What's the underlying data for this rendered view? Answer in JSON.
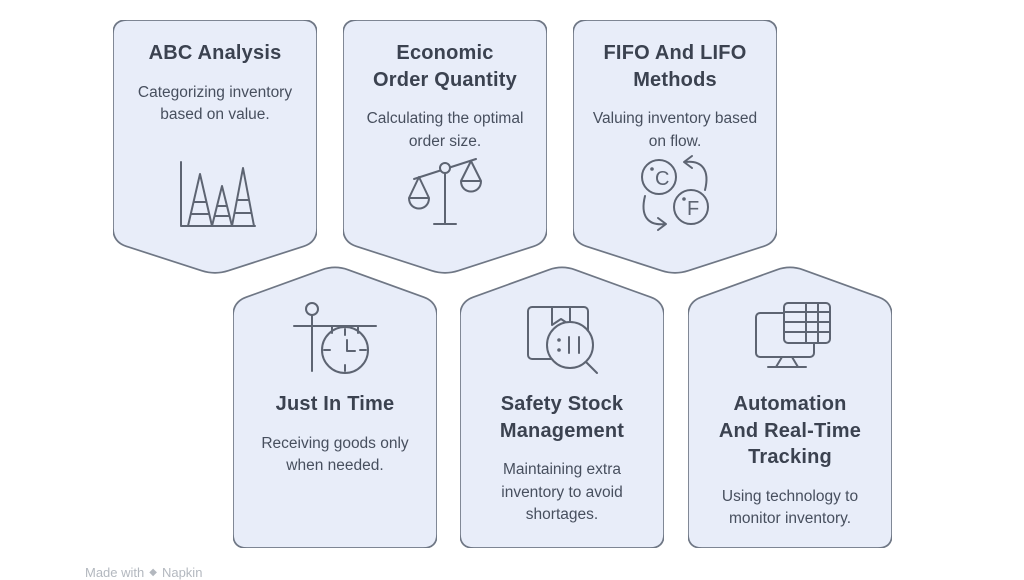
{
  "colors": {
    "card_fill": "#e8edf9",
    "card_border": "#6f7785",
    "title_text": "#3b4250",
    "body_text": "#474f5e",
    "icon_stroke": "#5d6472",
    "watermark_text": "#b3b8bf"
  },
  "cards": [
    {
      "title": "ABC Analysis",
      "description": "Categorizing inventory based on value.",
      "icon": "bar-chart-peaks-icon"
    },
    {
      "title": "Economic Order Quantity",
      "description": "Calculating the optimal order size.",
      "icon": "balance-scale-icon"
    },
    {
      "title": "FIFO And LIFO Methods",
      "description": "Valuing inventory based on flow.",
      "icon": "unit-conversion-icon"
    },
    {
      "title": "Just In Time",
      "description": "Receiving goods only when needed.",
      "icon": "hanging-clock-icon"
    },
    {
      "title": "Safety Stock Management",
      "description": "Maintaining extra inventory to avoid shortages.",
      "icon": "package-magnifier-icon"
    },
    {
      "title": "Automation And Real-Time Tracking",
      "description": "Using technology to monitor inventory.",
      "icon": "monitor-spreadsheet-icon"
    }
  ],
  "conversion_icon_labels": {
    "left": "C",
    "right": "F"
  },
  "watermark": {
    "prefix": "Made with",
    "brand": "Napkin"
  }
}
